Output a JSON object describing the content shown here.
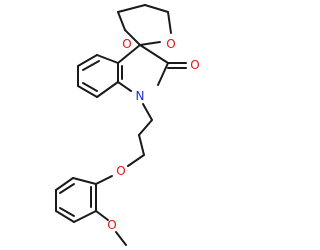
{
  "molecule": {
    "atoms": [
      {
        "id": "o_ring_left",
        "text": "O",
        "color": "#e8141b"
      },
      {
        "id": "o_ring_right",
        "text": "O",
        "color": "#e8141b"
      },
      {
        "id": "o_carbonyl",
        "text": "O",
        "color": "#e8141b"
      },
      {
        "id": "n_indole",
        "text": "N",
        "color": "#1e2fd6"
      },
      {
        "id": "o_ether",
        "text": "O",
        "color": "#e8141b"
      },
      {
        "id": "o_methoxy",
        "text": "O",
        "color": "#e8141b"
      }
    ],
    "bond_color": "#1a1a1a"
  }
}
